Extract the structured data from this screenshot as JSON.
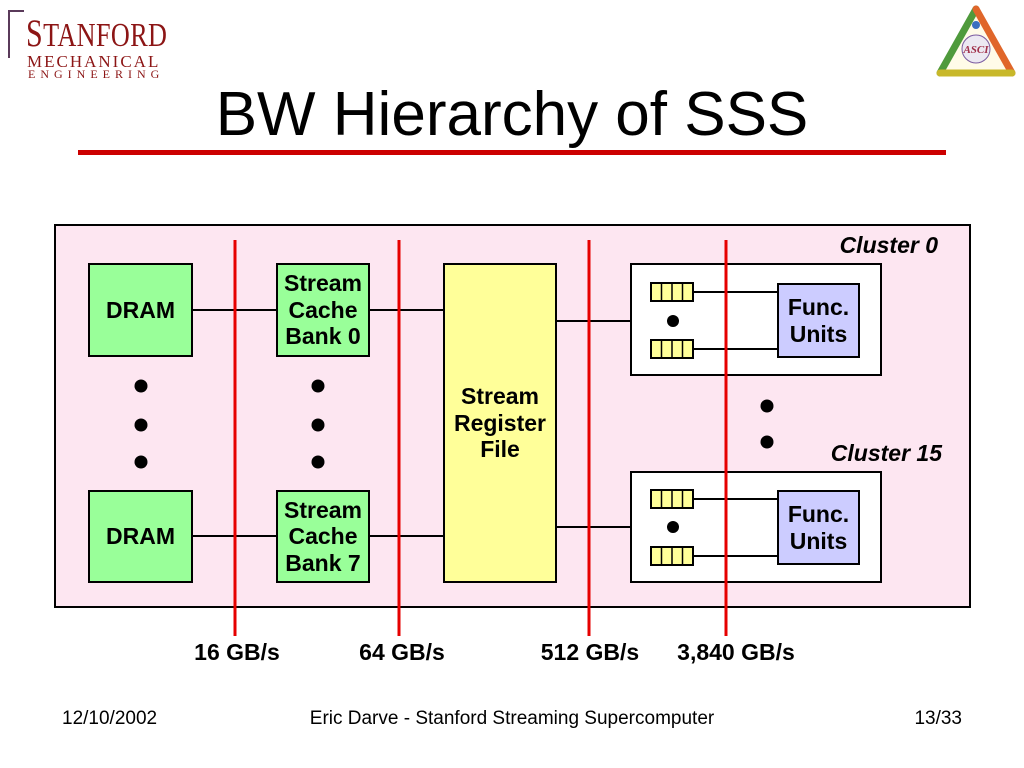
{
  "header": {
    "title": "BW Hierarchy of SSS",
    "rule_color": "#cc0000"
  },
  "logos": {
    "stanford": {
      "line1": "STANFORD",
      "line2": "MECHANICAL",
      "line3": "ENGINEERING",
      "color": "#8c1515"
    },
    "asci": {
      "text": "ASCI"
    }
  },
  "diagram": {
    "dram_banks": [
      {
        "label": "DRAM"
      },
      {
        "label": "DRAM"
      }
    ],
    "cache_banks": [
      {
        "lines": [
          "Stream",
          "Cache",
          "Bank 0"
        ]
      },
      {
        "lines": [
          "Stream",
          "Cache",
          "Bank 7"
        ]
      }
    ],
    "stream_register_file": {
      "lines": [
        "Stream",
        "Register",
        "File"
      ]
    },
    "clusters": [
      {
        "label": "Cluster 0",
        "func_units": [
          "Func.",
          "Units"
        ]
      },
      {
        "label": "Cluster 15",
        "func_units": [
          "Func.",
          "Units"
        ]
      }
    ],
    "bandwidths": [
      "16 GB/s",
      "64 GB/s",
      "512 GB/s",
      "3,840 GB/s"
    ],
    "colors": {
      "panel_fill": "#fde6f1",
      "memory_box": "#99ff99",
      "register_file": "#ffff99",
      "func_units": "#ccccff",
      "bandwidth_line": "#e60000"
    }
  },
  "footer": {
    "date": "12/10/2002",
    "center_text": "Eric Darve - Stanford Streaming Supercomputer",
    "page_number": "13/33"
  }
}
